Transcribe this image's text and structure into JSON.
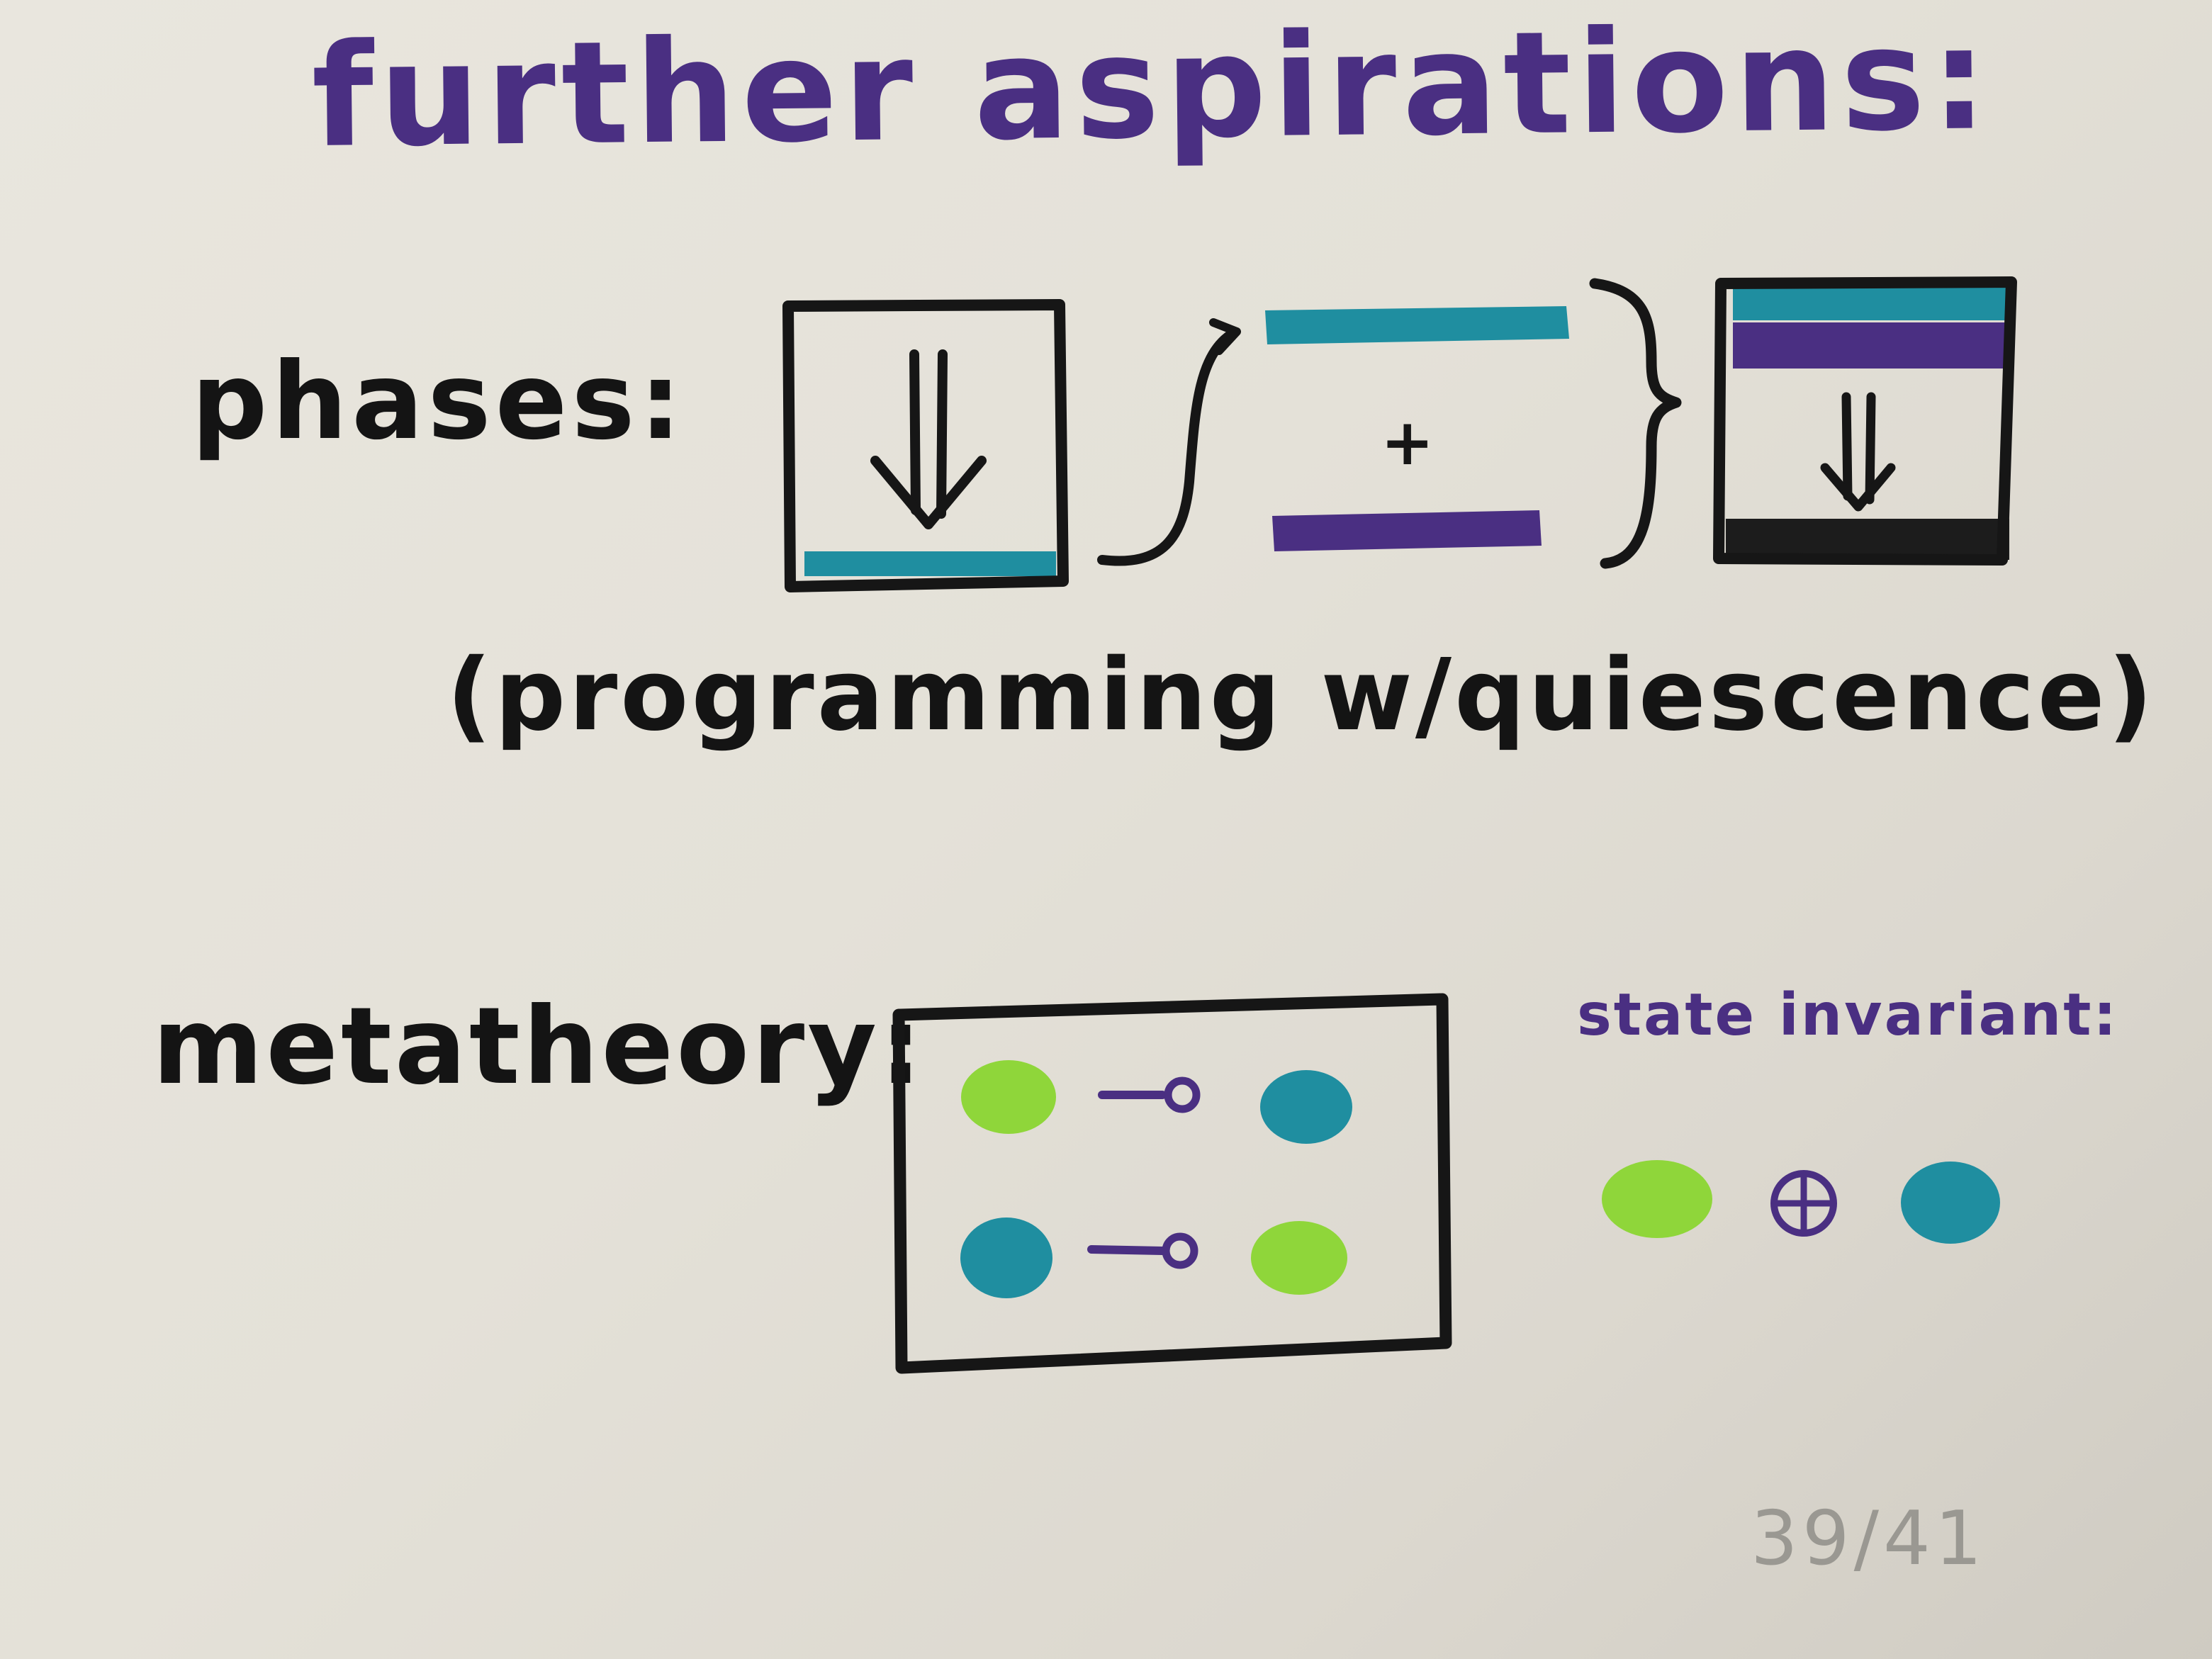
{
  "title": "further aspirations:",
  "phases": {
    "label": "phases:",
    "caption": "(programming w/quiescence)",
    "plus_symbol": "+"
  },
  "metatheory": {
    "label": "metatheory:"
  },
  "state_invariant": {
    "label": "state invariant:",
    "operator_icon": "circled-plus-icon"
  },
  "page_number": "39/41",
  "colors": {
    "ink_black": "#161616",
    "ink_purple": "#4a2f82",
    "teal": "#1f8ea0",
    "lime": "#8fd63a",
    "paper": "#e6e3db",
    "pencil_gray": "#9a9892"
  },
  "icons": {
    "down_arrow": "double-down-arrow-icon",
    "lollipop": "lollipop-linear-implication-icon",
    "curly_brace": "right-curly-brace-icon",
    "integral_arrow": "curved-arrow-icon"
  }
}
